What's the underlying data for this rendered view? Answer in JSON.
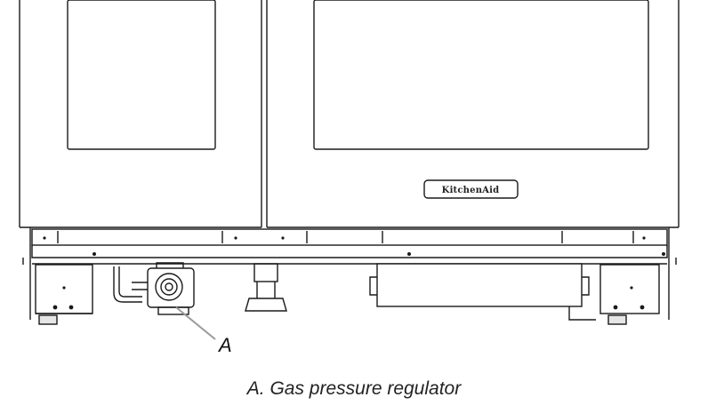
{
  "callout": {
    "letter": "A"
  },
  "caption": {
    "text": "A.  Gas pressure regulator"
  },
  "brand": {
    "logo_text": "KitchenAid"
  },
  "colors": {
    "line": "#1a1a1a",
    "panel": "#ffffff",
    "shade": "#e6e6e6",
    "leader": "#9a9a9a"
  }
}
